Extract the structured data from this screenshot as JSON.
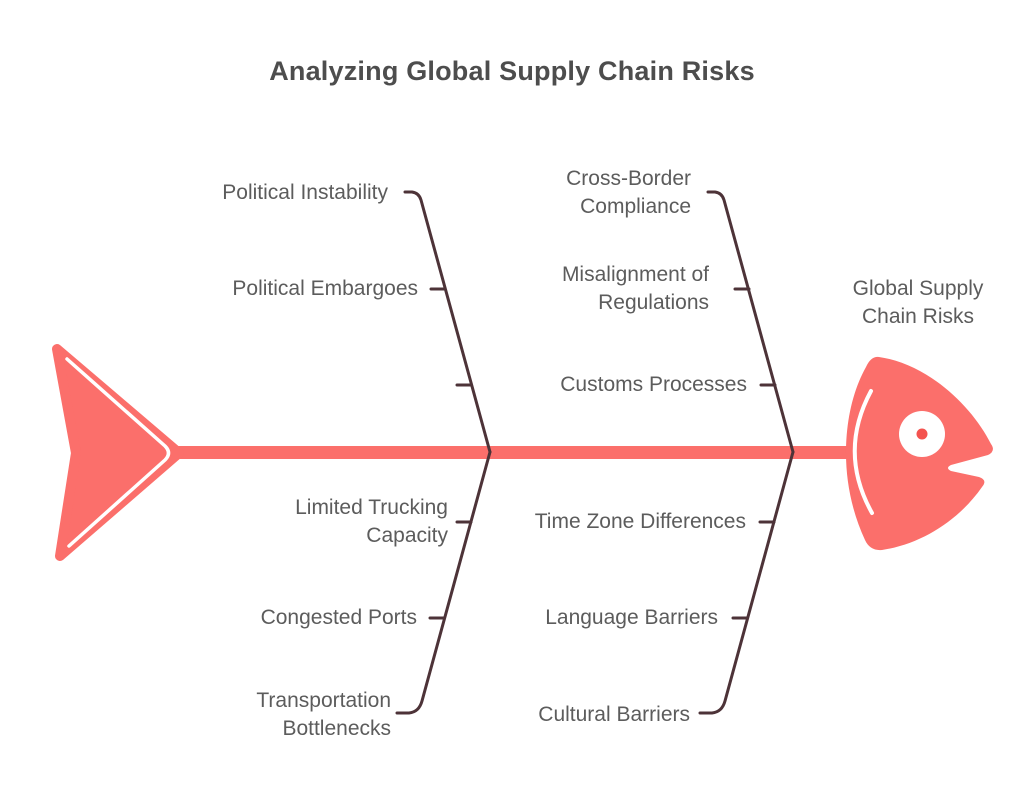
{
  "diagram_type": "fishbone",
  "title": "Analyzing Global Supply Chain Risks",
  "effect_label": "Global Supply Chain Risks",
  "categories": {
    "upper_left": [
      "Political Instability",
      "Political Embargoes"
    ],
    "upper_right": [
      "Cross-Border Compliance",
      "Misalignment of Regulations",
      "Customs Processes"
    ],
    "lower_left": [
      "Limited Trucking Capacity",
      "Congested Ports",
      "Transportation Bottlenecks"
    ],
    "lower_right": [
      "Time Zone Differences",
      "Language Barriers",
      "Cultural Barriers"
    ]
  },
  "colors": {
    "fish": "#FB6F6B",
    "eye_dot": "#F4534F",
    "bone_line": "#4D3338",
    "label_text": "#5C5C5C",
    "title_text": "#4D4D4D",
    "background": "#FFFFFF"
  }
}
